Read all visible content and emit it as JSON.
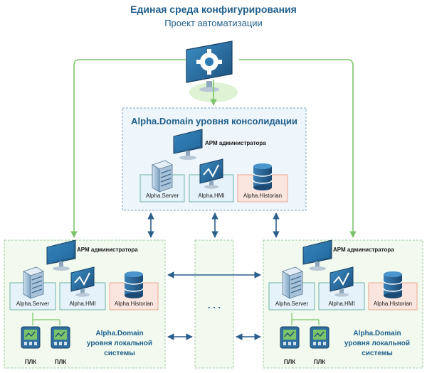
{
  "header": {
    "title": "Единая среда конфигурирования",
    "subtitle": "Проект автоматизации"
  },
  "consolidation": {
    "title": "Alpha.Domain уровня консолидации",
    "arm": "АРМ администратора",
    "server": "Alpha.Server",
    "hmi": "Alpha.HMI",
    "historian": "Alpha.Historian"
  },
  "local_left": {
    "arm": "АРМ администратора",
    "server": "Alpha.Server",
    "hmi": "Alpha.HMI",
    "historian": "Alpha.Historian",
    "plc1": "ПЛК",
    "plc2": "ПЛК",
    "title_l1": "Alpha.Domain",
    "title_l2": "уровня локальной",
    "title_l3": "системы"
  },
  "local_right": {
    "arm": "АРМ администратора",
    "server": "Alpha.Server",
    "hmi": "Alpha.HMI",
    "historian": "Alpha.Historian",
    "plc1": "ПЛК",
    "plc2": "ПЛК",
    "title_l1": "Alpha.Domain",
    "title_l2": "уровня локальной",
    "title_l3": "системы"
  },
  "middle": {
    "ellipsis": ". . ."
  },
  "colors": {
    "title_blue": "#1f5f8b",
    "box_fill": "#eef5fb",
    "box_border": "#7fa7c8",
    "green_frame": "#9ccf9c",
    "green_line": "#7cc46a",
    "arrow_blue": "#2a5e8c",
    "historian_fill": "#fbe6df",
    "historian_border": "#e9a58f",
    "card_fill": "#e6f2fa",
    "card_border": "#6fb3a8"
  },
  "icons": [
    "gear-monitor-icon",
    "monitor-icon",
    "server-icon",
    "hmi-chart-icon",
    "database-icon",
    "plc-icon"
  ]
}
